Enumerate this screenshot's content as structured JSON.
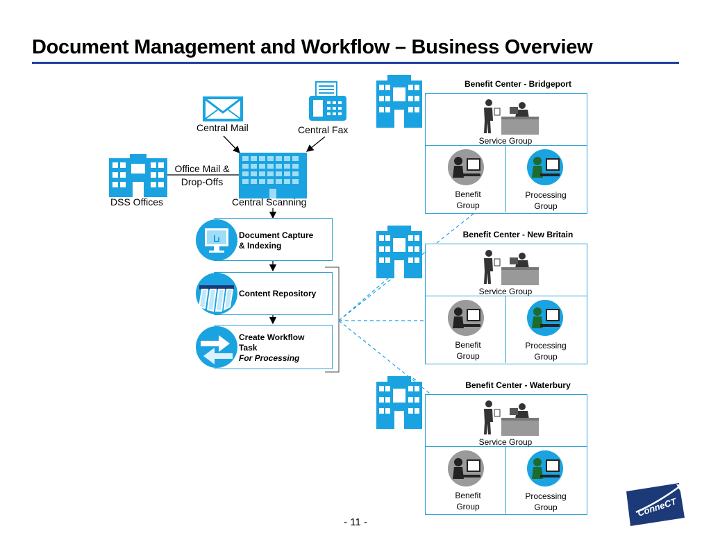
{
  "title": "Document Management and Workflow – Business Overview",
  "inputs": {
    "central_mail": "Central Mail",
    "central_fax": "Central Fax",
    "office_mail_line1": "Office Mail &",
    "office_mail_line2": "Drop-Offs",
    "dss_offices": "DSS Offices",
    "central_scanning": "Central Scanning"
  },
  "steps": {
    "capture_line1": "Document Capture",
    "capture_line2": "& Indexing",
    "repository": "Content Repository",
    "workflow_line1": "Create Workflow",
    "workflow_line2": "Task",
    "workflow_line3": "For Processing"
  },
  "centers": [
    {
      "title": "Benefit Center - Bridgeport",
      "service_group": "Service Group",
      "benefit_line1": "Benefit",
      "benefit_line2": "Group",
      "processing_line1": "Processing",
      "processing_line2": "Group"
    },
    {
      "title": "Benefit Center - New Britain",
      "service_group": "Service Group",
      "benefit_line1": "Benefit",
      "benefit_line2": "Group",
      "processing_line1": "Processing",
      "processing_line2": "Group"
    },
    {
      "title": "Benefit Center - Waterbury",
      "service_group": "Service Group",
      "benefit_line1": "Benefit",
      "benefit_line2": "Group",
      "processing_line1": "Processing",
      "processing_line2": "Group"
    }
  ],
  "logo": {
    "text": "ConneCT"
  },
  "page_number": "- 11 -",
  "colors": {
    "accent_blue": "#1aa3e0",
    "title_rule": "#1f3fa0",
    "logo_navy": "#1c3a78"
  },
  "icons": [
    "envelope-icon",
    "fax-icon",
    "building-icon",
    "scanner-building-icon",
    "monitor-hand-icon",
    "repository-icon",
    "workflow-arrows-icon",
    "service-desk-icon",
    "benefit-worker-icon",
    "processing-worker-icon",
    "connect-logo"
  ]
}
